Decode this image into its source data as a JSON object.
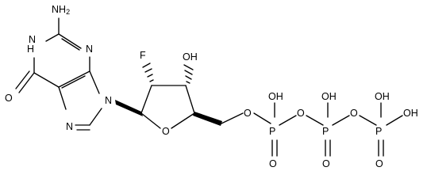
{
  "diagram": {
    "atom_labels": {
      "amino_nh2": "NH",
      "amino_sub": "2",
      "ring_nh": "N",
      "ring_nh_h": "H",
      "n3": "N",
      "n9": "N",
      "n7": "N",
      "carbonyl_o": "O",
      "fluorine": "F",
      "hydroxyl": "OH",
      "ring_o": "O",
      "bridge_o1": "O",
      "p1": "P",
      "p1_oh": "OH",
      "p1_o": "O",
      "bridge_o2": "O",
      "p2": "P",
      "p2_oh": "OH",
      "p2_o": "O",
      "bridge_o3": "O",
      "p3": "P",
      "p3_oh_top": "OH",
      "p3_oh_right": "OH",
      "p3_o": "O"
    }
  }
}
